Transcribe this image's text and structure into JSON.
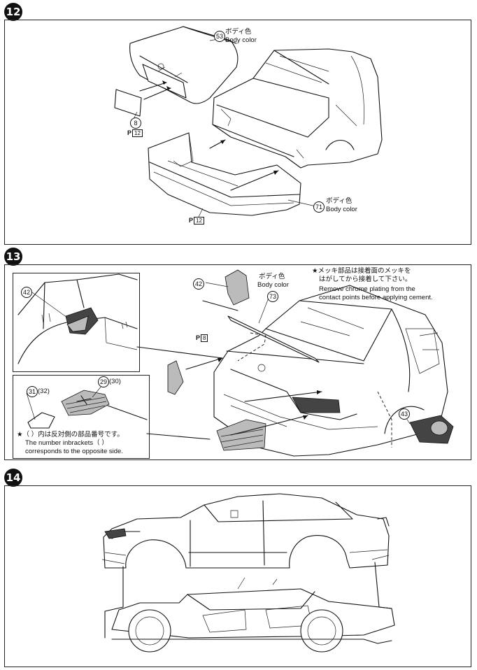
{
  "steps": {
    "s12": {
      "number": "12",
      "body_color_jp": "ボディ色",
      "body_color_en": "Body color",
      "part_trunk": "53",
      "part_plate": "8",
      "part_bumper": "71",
      "p_ref_prefix": "P",
      "p_ref_plate": "12",
      "p_ref_bumper": "12"
    },
    "s13": {
      "number": "13",
      "part_lens": "42",
      "part_spoiler": "73",
      "part_tail_l": "31",
      "part_tail_l_opp": "(32)",
      "part_tail_r": "29",
      "part_tail_r_opp": "(30)",
      "part_exhaust": "43",
      "body_color_jp": "ボディ色",
      "body_color_en": "Body color",
      "chrome_note_jp_1": "★メッキ部品は接着面のメッキを",
      "chrome_note_jp_2": "はがしてから接着して下さい。",
      "chrome_note_en_1": "Remove chrome plating from the",
      "chrome_note_en_2": "contact points before applying cement.",
      "bracket_note_jp": "★（  ）内は反対側の部品番号です。",
      "bracket_note_en_1": "The number inbrackets（  ）",
      "bracket_note_en_2": "corresponds to the opposite side.",
      "p_ref_prefix": "P",
      "p_ref": "8"
    },
    "s14": {
      "number": "14"
    }
  }
}
